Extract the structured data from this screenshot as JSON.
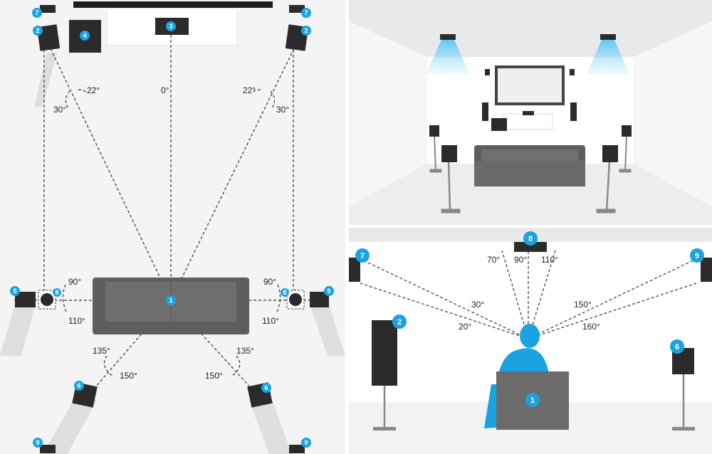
{
  "colors": {
    "accent": "#1aa3e0",
    "speaker": "#2b2b2b",
    "sofa": "#6a6a6a",
    "floor": "#f4f4f4",
    "line": "#333333"
  },
  "plan": {
    "markers": {
      "listener": "1",
      "front_left": "2",
      "front_right": "2",
      "center": "3",
      "subwoofer": "4",
      "side_left": "5",
      "side_right": "5",
      "rear_left": "6",
      "rear_right": "6",
      "front_high_left": "7",
      "front_high_right": "7",
      "ceiling_left": "8",
      "ceiling_right": "8",
      "rear_high_left": "9",
      "rear_high_right": "9"
    },
    "angles": {
      "front_left_inner": "22°",
      "front_left_outer": "30°",
      "center": "0°",
      "front_right_inner": "22°",
      "front_right_outer": "30°",
      "side_left_90": "90°",
      "side_left_110": "110°",
      "side_right_90": "90°",
      "side_right_110": "110°",
      "rear_left_135": "135°",
      "rear_left_150": "150°",
      "rear_right_135": "135°",
      "rear_right_150": "150°"
    }
  },
  "side_view": {
    "markers": {
      "top": "8",
      "high_left": "7",
      "high_right": "9",
      "front": "2",
      "rear": "6",
      "listener": "1"
    },
    "angles": {
      "a70": "70°",
      "a90": "90°",
      "a110": "110°",
      "a30": "30°",
      "a20": "20°",
      "a150": "150°",
      "a160": "160°"
    }
  }
}
